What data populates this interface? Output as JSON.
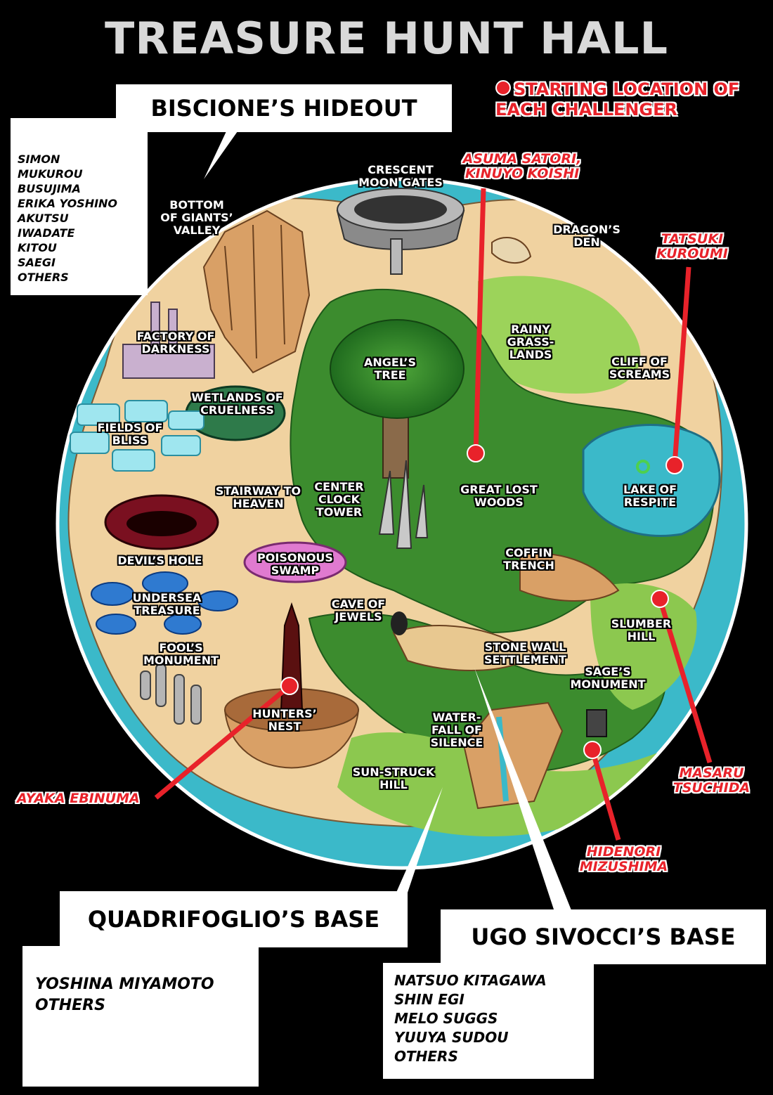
{
  "title": "TREASURE HUNT HALL",
  "legend": "STARTING LOCATION OF\nEACH CHALLENGER",
  "colors": {
    "water": "#3bb9c9",
    "sand": "#f0d2a0",
    "forest": "#3c8c2e",
    "grass": "#8cc84f",
    "marker": "#e8222a"
  },
  "bases": {
    "biscione": {
      "title": "BISCIONE’S HIDEOUT",
      "members": "SIMON\nMUKUROU BUSUJIMA\nERIKA YOSHINO\nAKUTSU\nIWADATE\nKITOU\nSAEGI\nOTHERS"
    },
    "quadrifoglio": {
      "title": "QUADRIFOGLIO’S BASE",
      "members": "YOSHINA MIYAMOTO\nOTHERS"
    },
    "ugo": {
      "title": "UGO SIVOCCI’S BASE",
      "members": "NATSUO KITAGAWA\nSHIN EGI\nMELO SUGGS\nYUUYA SUDOU\nOTHERS"
    }
  },
  "locations": {
    "crescent": "CRESCENT\nMOON GATES",
    "bottom": "BOTTOM\nOF GIANTS’\nVALLEY",
    "dragon": "DRAGON’S\nDEN",
    "factory": "FACTORY OF\nDARKNESS",
    "rainy": "RAINY\nGRASS-\nLANDS",
    "angel": "ANGEL’S\nTREE",
    "cliff": "CLIFF OF\nSCREAMS",
    "wetlands": "WETLANDS OF\nCRUELNESS",
    "fields": "FIELDS OF\nBLISS",
    "stairway": "STAIRWAY TO\nHEAVEN",
    "clock": "CENTER\nCLOCK\nTOWER",
    "woods": "GREAT LOST\nWOODS",
    "lake": "LAKE OF\nRESPITE",
    "devil": "DEVIL’S HOLE",
    "swamp": "POISONOUS\nSWAMP",
    "coffin": "COFFIN\nTRENCH",
    "undersea": "UNDERSEA\nTREASURE",
    "cave": "CAVE OF\nJEWELS",
    "slumber": "SLUMBER\nHILL",
    "fools": "FOOL’S\nMONUMENT",
    "stonewall": "STONE WALL\nSETTLEMENT",
    "sage": "SAGE’S\nMONUMENT",
    "hunters": "HUNTERS’\nNEST",
    "waterfall": "WATER-\nFALL OF\nSILENCE",
    "sunstruck": "SUN-STRUCK\nHILL"
  },
  "challengers": {
    "asuma": "ASUMA SATORI,\nKINUYO KOISHI",
    "tatsuki": "TATSUKI\nKUROUMI",
    "ayaka": "AYAKA EBINUMA",
    "masaru": "MASARU\nTSUCHIDA",
    "hidenori": "HIDENORI\nMIZUSHIMA"
  }
}
